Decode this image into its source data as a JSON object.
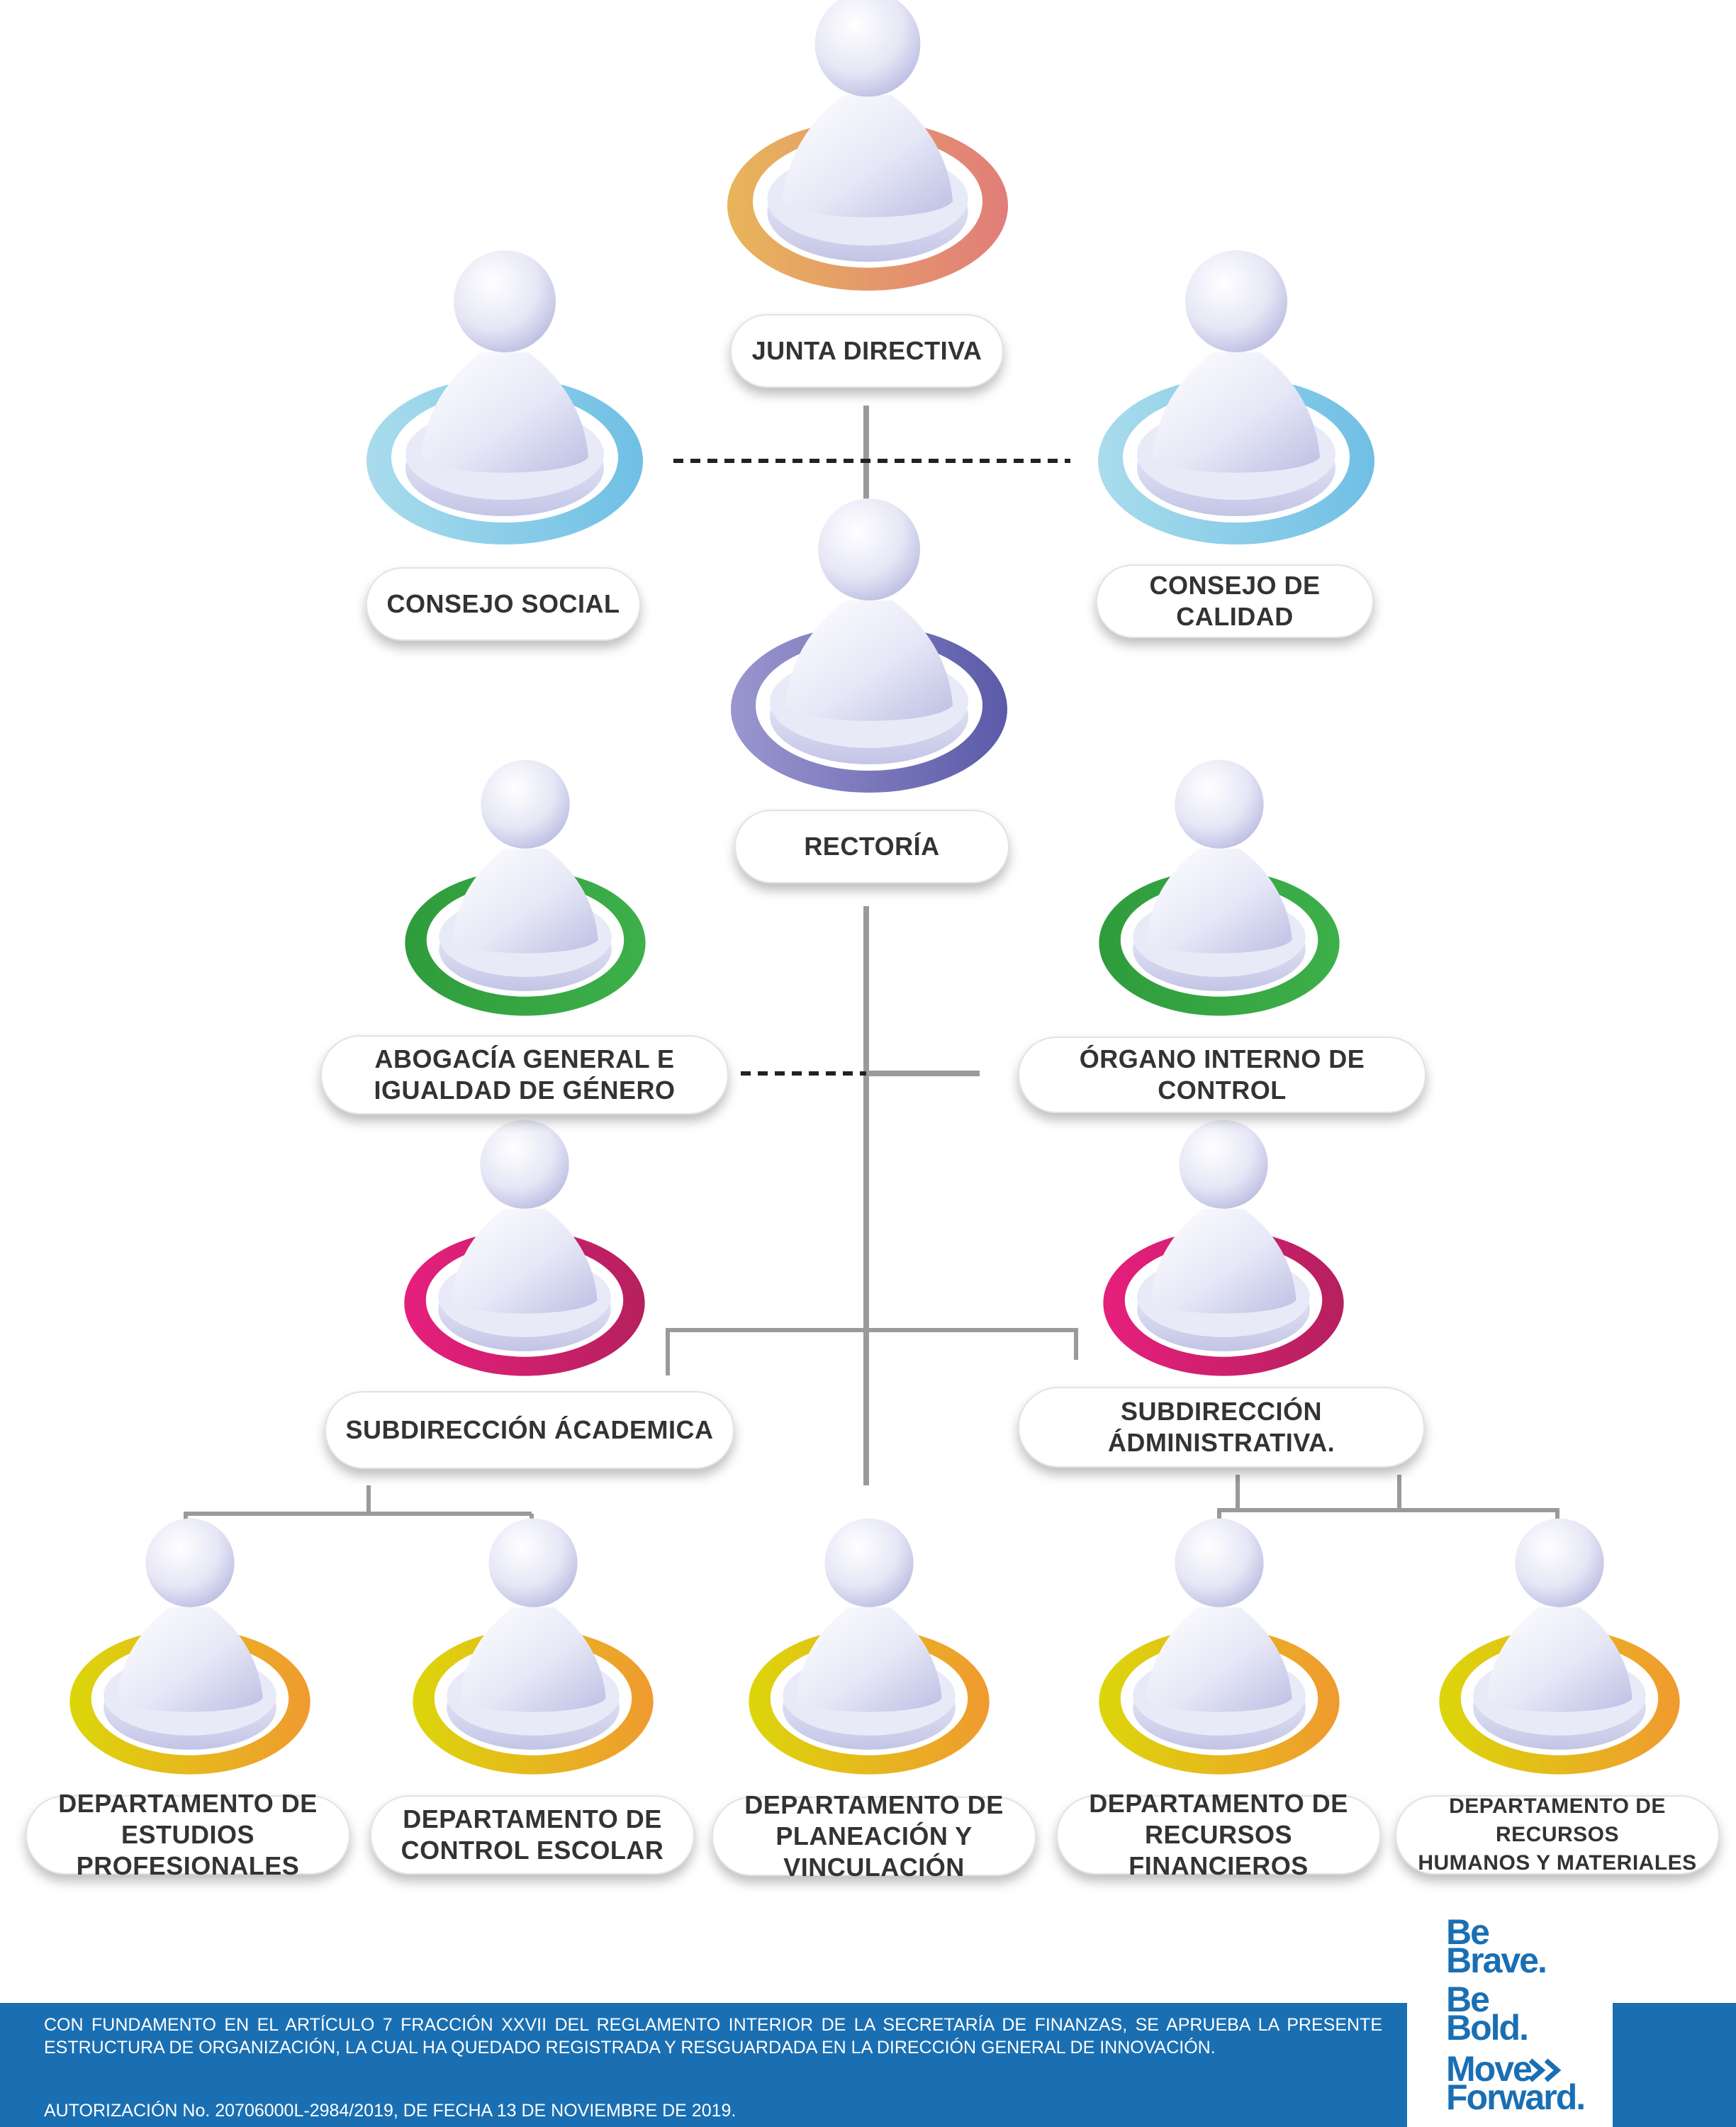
{
  "colors": {
    "ring_orange": "#e8a655",
    "ring_orange_pink": "#e0807a",
    "ring_blue": "#86cfe6",
    "ring_purple": "#7a72bd",
    "ring_green": "#2fa43e",
    "ring_magenta": "#d92176",
    "ring_yellow": "#d9d20a",
    "ring_yellow_orange": "#f0a030",
    "connector_gray": "#9a9a9a",
    "footer_blue": "#1a6fb3",
    "text_dark": "#333333"
  },
  "nodes": {
    "junta": {
      "lines": [
        "JUNTA DIRECTIVA"
      ]
    },
    "consejo_social": {
      "lines": [
        "CONSEJO SOCIAL"
      ]
    },
    "consejo_calidad": {
      "lines": [
        "CONSEJO DE CALIDAD"
      ]
    },
    "rectoria": {
      "lines": [
        "RECTORÍA"
      ]
    },
    "abogacia": {
      "lines": [
        "ABOGACÍA GENERAL E",
        "IGUALDAD DE GÉNERO"
      ]
    },
    "organo": {
      "lines": [
        "ÓRGANO INTERNO DE CONTROL"
      ]
    },
    "sub_academica": {
      "lines": [
        "SUBDIRECCIÓN ÁCADEMICA"
      ]
    },
    "sub_admin": {
      "lines": [
        "SUBDIRECCIÓN",
        "ÁDMINISTRATIVA."
      ]
    },
    "dep_estudios": {
      "lines": [
        "DEPARTAMENTO DE",
        "ESTUDIOS PROFESIONALES"
      ]
    },
    "dep_control": {
      "lines": [
        "DEPARTAMENTO DE",
        "CONTROL ESCOLAR"
      ]
    },
    "dep_planeacion": {
      "lines": [
        "DEPARTAMENTO DE",
        "PLANEACIÓN Y VINCULACIÓN"
      ]
    },
    "dep_financieros": {
      "lines": [
        "DEPARTAMENTO DE",
        "RECURSOS FINANCIEROS"
      ]
    },
    "dep_humanos": {
      "lines": [
        "DEPARTAMENTO DE RECURSOS",
        "HUMANOS Y MATERIALES"
      ]
    }
  },
  "footer": {
    "legal_text": "CON FUNDAMENTO EN EL ARTÍCULO 7 FRACCIÓN XXVII DEL REGLAMENTO INTERIOR DE LA SECRETARÍA DE FINANZAS, SE APRUEBA LA PRESENTE ESTRUCTURA DE ORGANIZACIÓN, LA CUAL HA QUEDADO REGISTRADA Y RESGUARDADA EN LA DIRECCIÓN GENERAL DE INNOVACIÓN.",
    "authorization": "AUTORIZACIÓN No. 20706000L-2984/2019, DE FECHA 13 DE NOVIEMBRE DE 2019."
  },
  "brand": {
    "line1": [
      "Be",
      "Brave."
    ],
    "line2": [
      "Be",
      "Bold."
    ],
    "line3": [
      "Move",
      "Forward."
    ],
    "chevron_icon": "double-chevron-right-icon"
  }
}
